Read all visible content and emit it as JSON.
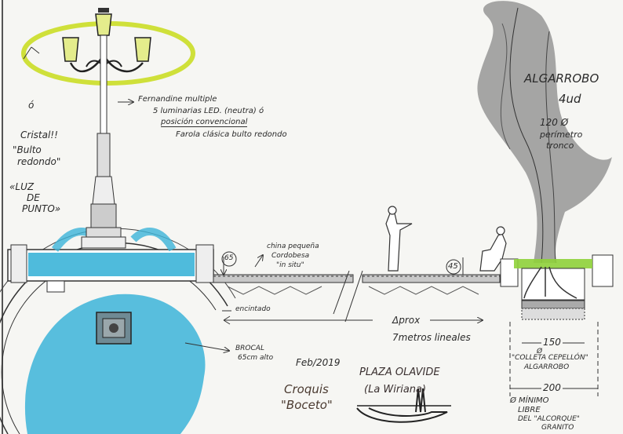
{
  "lamp_notes": {
    "line1": "Fernandine multiple",
    "line2": "5 luminarias LED. (neutra) ó",
    "line3": "posición convencional",
    "line4": "Farola clásica bulto redondo"
  },
  "left_notes": {
    "o": "ó",
    "crystal": "Cristal!!",
    "bulto1": "\"Bulto",
    "bulto2": "redondo\"",
    "luz1": "«LUZ",
    "luz2": "DE",
    "luz3": "PUNTO»"
  },
  "tree_notes": {
    "name": "ALGARROBO",
    "count": "4ud",
    "perimeter1": "120 Ø",
    "perimeter2": "perímetro",
    "perimeter3": "tronco"
  },
  "section_notes": {
    "height_left": "65",
    "paving1": "china pequeña",
    "paving2": "Cordobesa",
    "paving3": "\"in situ\"",
    "height_right": "45",
    "encintado": "encintado",
    "brocal1": "BROCAL",
    "brocal2": "65cm alto",
    "distance1": "Δprox",
    "distance2": "7metros lineales"
  },
  "pit_notes": {
    "dim_inner": "150",
    "diam": "Ø",
    "inner1": "\"COLLETA CEPELLÓN\"",
    "inner2": "ALGARROBO",
    "dim_outer": "200",
    "outer1": "Ø MÍNIMO",
    "outer2": "LIBRE",
    "outer3": "DEL \"ALCORQUE\"",
    "outer4": "GRANITO"
  },
  "footer": {
    "date": "Feb/2019",
    "croquis1": "Croquis",
    "croquis2": "\"Boceto\"",
    "place1": "PLAZA OLAVIDE",
    "place2": "(La Wiriana)"
  },
  "colors": {
    "water": "#3cb4d8",
    "highlight": "#cfe03a",
    "grass": "#8fd13a",
    "tree": "#8a8a8a",
    "ink": "#2a2a2a"
  }
}
